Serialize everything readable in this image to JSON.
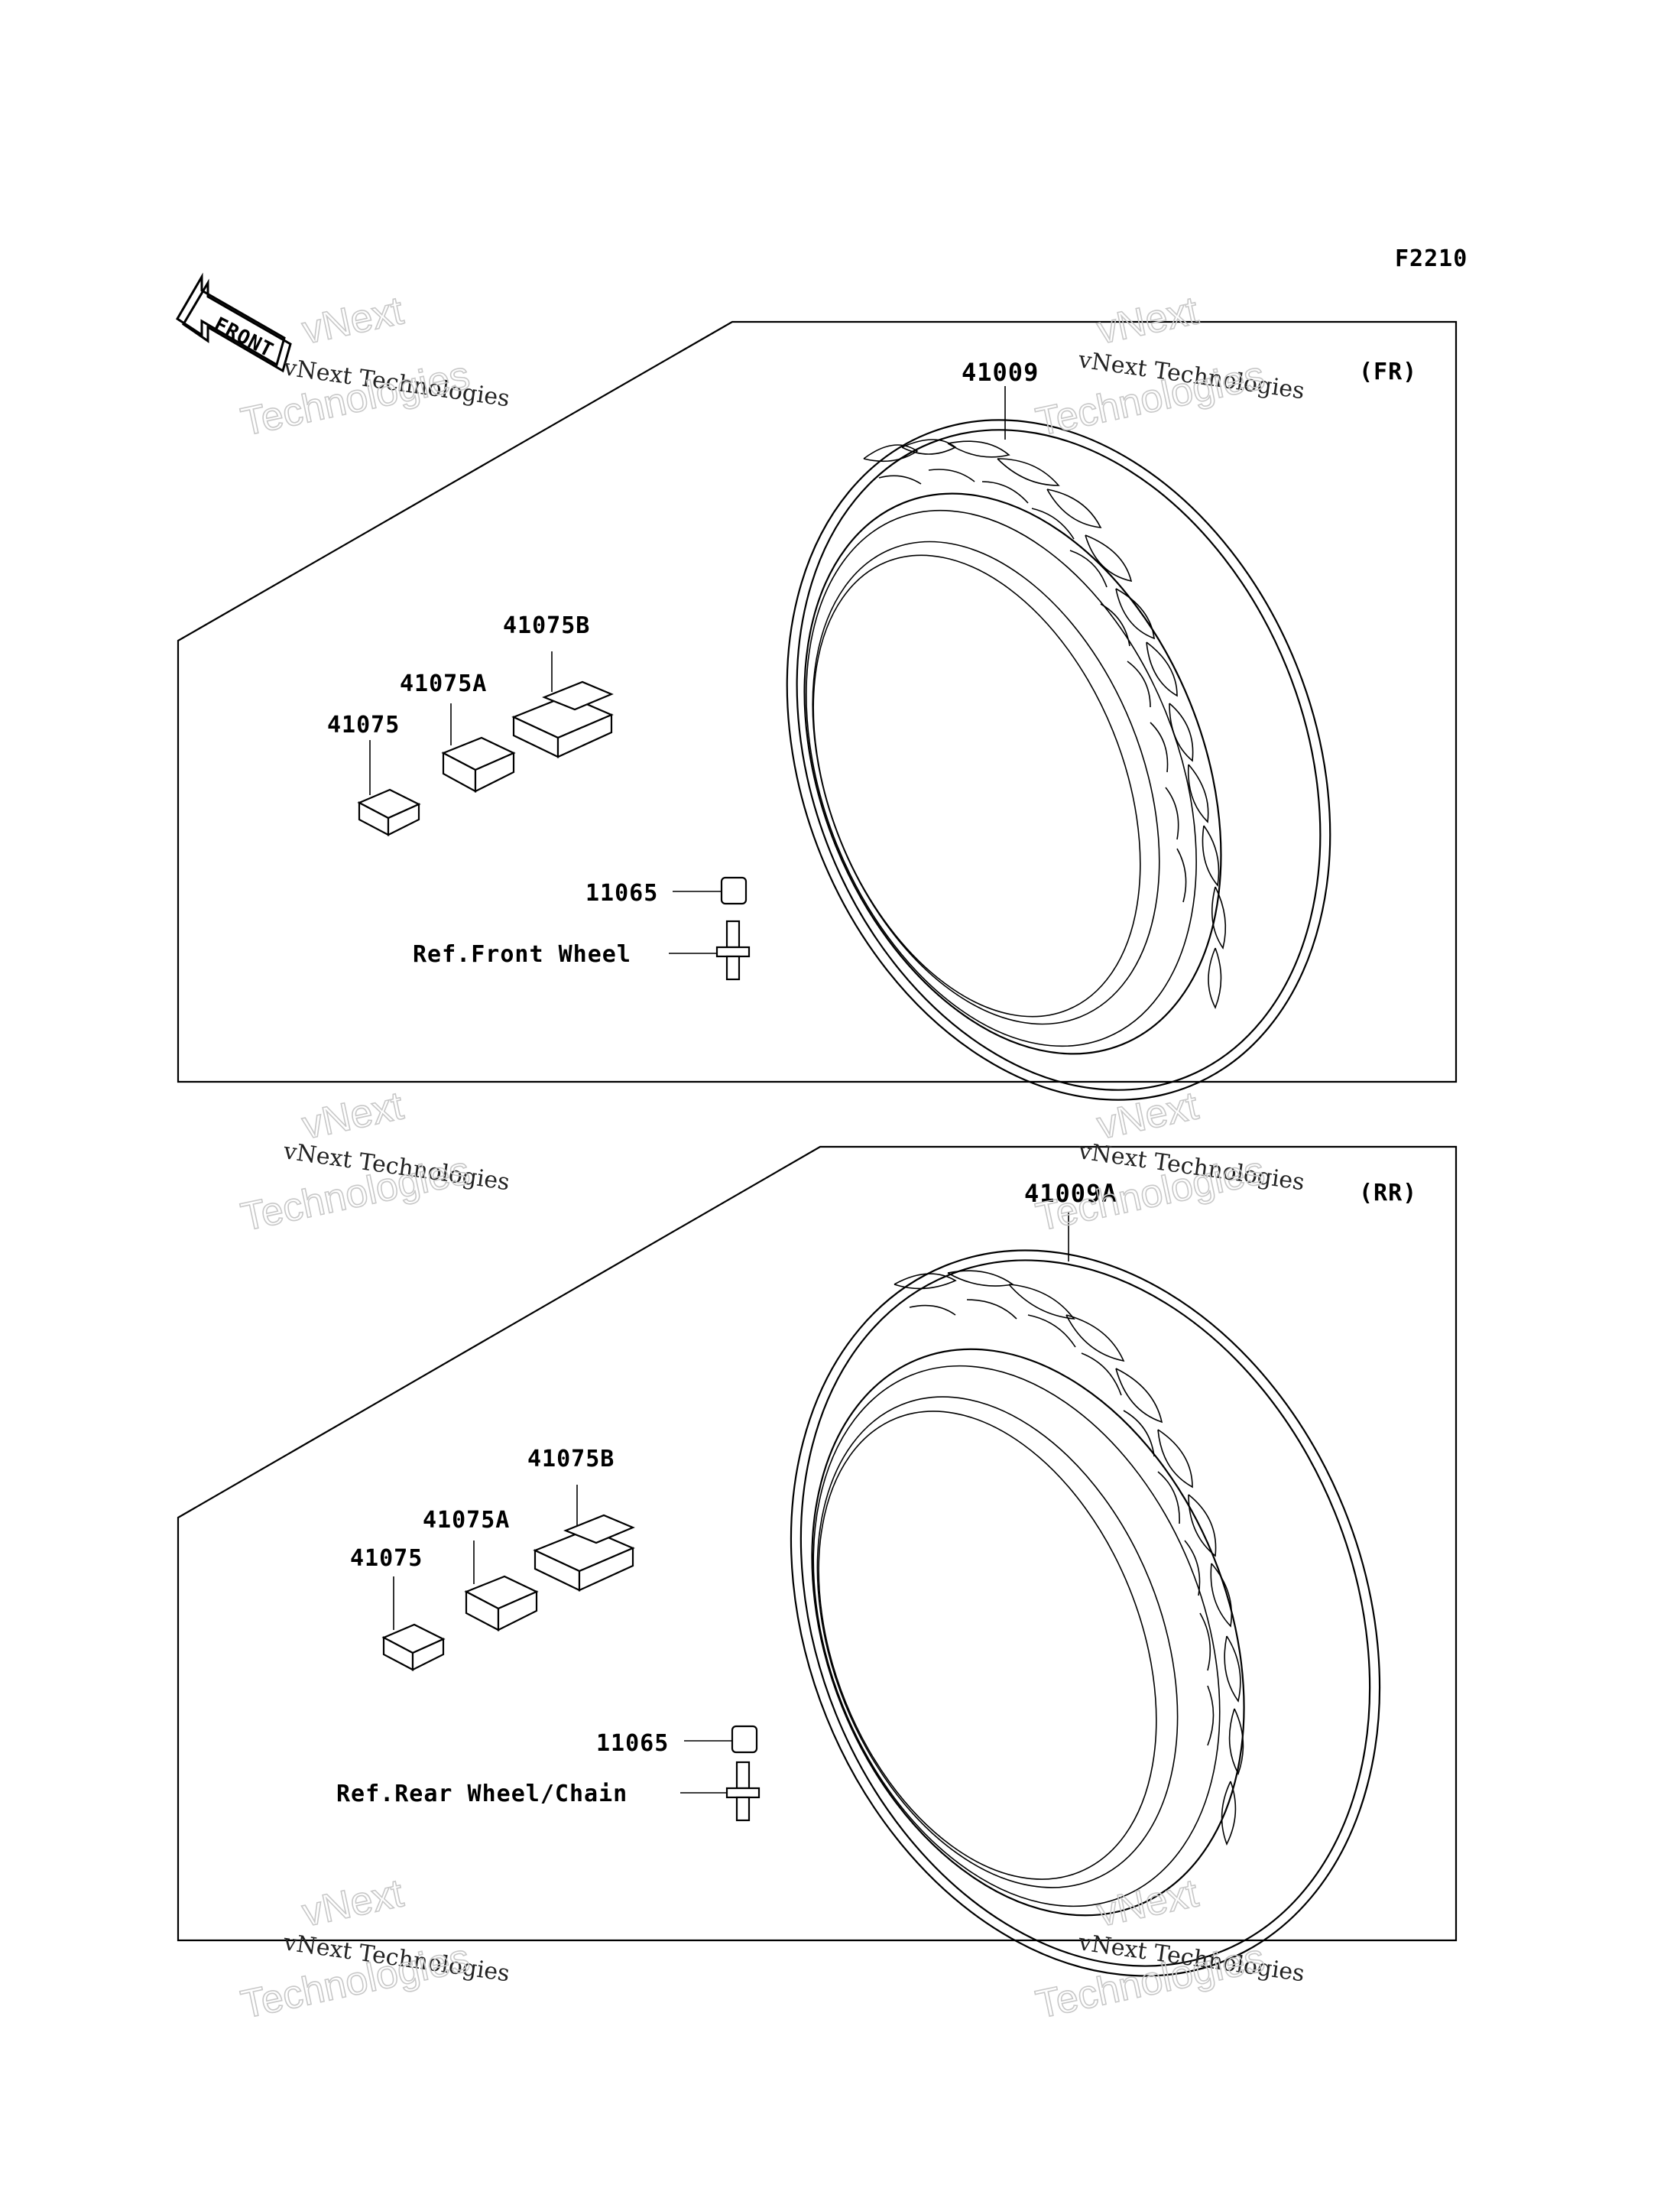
{
  "figure_code": "F2210",
  "front_arrow": {
    "label": "FRONT",
    "icon": "front-direction-arrow-icon"
  },
  "sections": [
    {
      "id": "front",
      "tag": "(FR)",
      "tire_part": "41009",
      "weight_parts": [
        "41075",
        "41075A",
        "41075B"
      ],
      "valve_cap": "11065",
      "reference": "Ref.Front Wheel"
    },
    {
      "id": "rear",
      "tag": "(RR)",
      "tire_part": "41009A",
      "weight_parts": [
        "41075",
        "41075A",
        "41075B"
      ],
      "valve_cap": "11065",
      "reference": "Ref.Rear Wheel/Chain"
    }
  ],
  "watermark": {
    "line1": "vNext Technologies",
    "outline_top": "vNext",
    "outline_bottom": "Technologies"
  }
}
